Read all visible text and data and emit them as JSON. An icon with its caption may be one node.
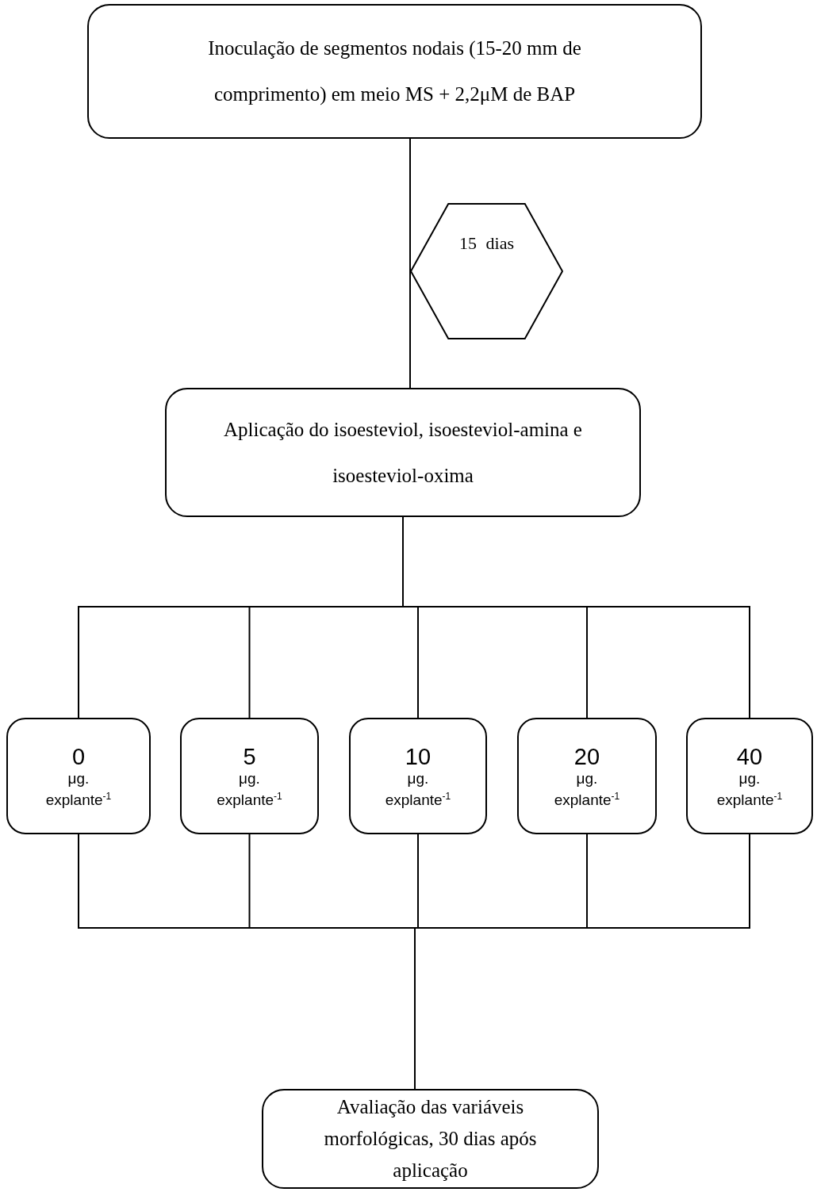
{
  "diagram": {
    "nodes": [
      {
        "text": [
          "Inoculação de segmentos nodais (15-20 mm de comprimento) em meio MS + 2,2μM de BAP"
        ]
      },
      {
        "text": [
          "15 dias"
        ]
      },
      {
        "text": [
          "Aplicação do isoesteviol, isoesteviol-amina e isoesteviol-oxima"
        ]
      },
      {
        "text": [
          "0",
          "μg. explante$^{-1}$"
        ]
      },
      {
        "text": [
          "5",
          "μg. explante$^{-1}$"
        ]
      },
      {
        "text": [
          "10",
          "μg. explante$^{-1}$"
        ]
      },
      {
        "text": [
          "20",
          "μg. explante$^{-1}$"
        ]
      },
      {
        "text": [
          "40",
          "μg. explante$^{-1}$"
        ]
      },
      {
        "text": [
          "Avaliação das variáveis morfológicas, 30 dias após aplicação"
        ]
      }
    ],
    "edges": [
      {
        "from": 0,
        "to": 2,
        "arrow": "none"
      },
      {
        "from": 2,
        "to": 3,
        "arrow": "none"
      },
      {
        "from": 2,
        "to": 4,
        "arrow": "none"
      },
      {
        "from": 2,
        "to": 5,
        "arrow": "none"
      },
      {
        "from": 2,
        "to": 6,
        "arrow": "none"
      },
      {
        "from": 2,
        "to": 7,
        "arrow": "none"
      },
      {
        "from": 3,
        "to": 8,
        "arrow": "none"
      },
      {
        "from": 4,
        "to": 8,
        "arrow": "none"
      },
      {
        "from": 5,
        "to": 8,
        "arrow": "none"
      },
      {
        "from": 6,
        "to": 8,
        "arrow": "none"
      },
      {
        "from": 7,
        "to": 8,
        "arrow": "none"
      }
    ]
  }
}
